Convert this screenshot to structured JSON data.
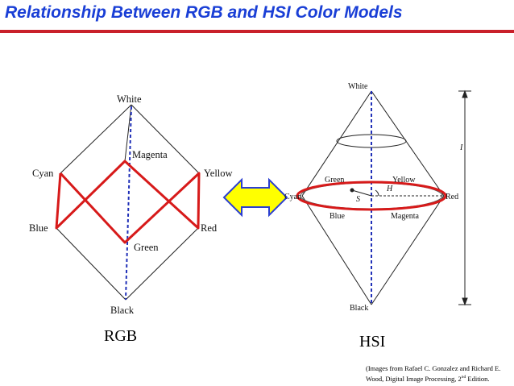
{
  "slide": {
    "title": "Relationship Between RGB and HSI Color Models",
    "accent_rule_color": "#c9202a",
    "title_color": "#1a3fd6"
  },
  "rgb": {
    "caption": "RGB",
    "labels": {
      "white": "White",
      "magenta": "Magenta",
      "cyan": "Cyan",
      "yellow": "Yellow",
      "blue": "Blue",
      "red": "Red",
      "green": "Green",
      "black": "Black"
    }
  },
  "hsi": {
    "caption": "HSI",
    "labels": {
      "white": "White",
      "green": "Green",
      "yellow": "Yellow",
      "cyan": "Cyan",
      "red": "Red",
      "blue": "Blue",
      "magenta": "Magenta",
      "black": "Black",
      "h": "H",
      "s": "S",
      "i": "I"
    }
  },
  "arrow": {
    "fill": "#ffff00",
    "stroke": "#2b3fd0",
    "icon": "double-arrow-icon"
  },
  "credit": {
    "line1": "(Images from Rafael C. Gonzalez and Richard E.",
    "line2_a": "Wood, Digital Image Processing, 2",
    "line2_sup": "nd",
    "line2_b": " Edition."
  }
}
